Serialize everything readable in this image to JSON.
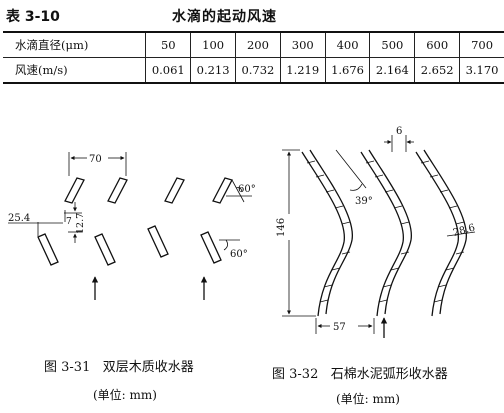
{
  "table": {
    "number": "表 3-10",
    "title": "水滴的起动风速",
    "row_labels": [
      "水滴直径(μm)",
      "风速(m/s)"
    ],
    "diameters": [
      "50",
      "100",
      "200",
      "300",
      "400",
      "500",
      "600",
      "700"
    ],
    "speeds": [
      "0.061",
      "0.213",
      "0.732",
      "1.219",
      "1.676",
      "2.164",
      "2.652",
      "3.170"
    ]
  },
  "figure_31": {
    "dims": {
      "pitch": "70",
      "overlap": "25.4",
      "gap": "7",
      "thickness": "12.7",
      "angle_top": "60°",
      "angle_bottom": "60°"
    },
    "caption": "图 3-31   双层木质收水器",
    "unit": "(单位: mm)"
  },
  "figure_32": {
    "dims": {
      "thickness": "6",
      "height": "146",
      "angle": "39°",
      "radius": "28.6",
      "pitch": "57"
    },
    "caption": "图 3-32   石棉水泥弧形收水器",
    "unit": "(单位: mm)"
  }
}
